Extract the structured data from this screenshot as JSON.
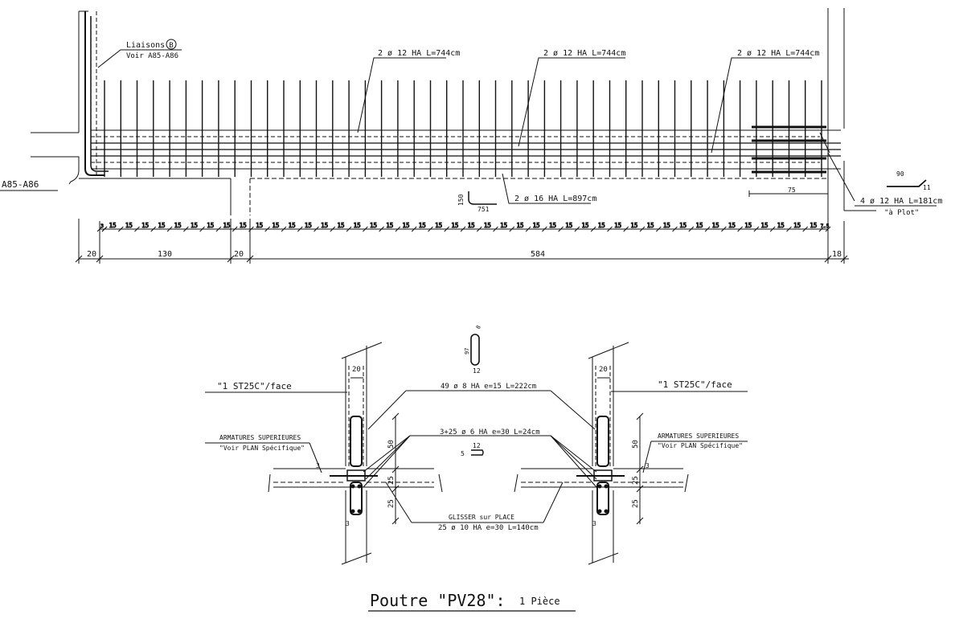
{
  "sheet": {
    "title_main": "Poutre \"PV28\":",
    "title_sub": "1 Pièce"
  },
  "elevation": {
    "liaisons": {
      "label": "Liaisons",
      "badge": "B",
      "ref": "Voir A85-A86"
    },
    "side_ref": "A85-A86",
    "top_bars": [
      {
        "label": "2 ø 12 HA L=744cm"
      },
      {
        "label": "2 ø 12 HA L=744cm"
      },
      {
        "label": "2 ø 12 HA L=744cm"
      }
    ],
    "bottom_bar": {
      "label": "2 ø 16 HA L=897cm",
      "hook_height": "150",
      "hook_length": "751"
    },
    "end_bars": {
      "label": "4 ø 12 HA L=181cm",
      "note": "\"à Plot\"",
      "shape_top": "90",
      "shape_end": "11",
      "length": "75"
    },
    "stirrup_spacing": "15",
    "stirrup_first": "3",
    "stirrup_last": "7.5",
    "stirrup_count": 45,
    "dimensions": [
      "20",
      "130",
      "20",
      "584",
      "18"
    ]
  },
  "section": {
    "left_col_label": "\"1 ST25C\"/face",
    "right_col_label": "\"1 ST25C\"/face",
    "col_width": "20",
    "stirrups": "49 ø 8 HA e=15 L=222cm",
    "pins": "3+25 ø 6 HA e=30 L=24cm",
    "pin_shape_a": "12",
    "pin_shape_b": "5",
    "stirrup_shape_a": "97",
    "stirrup_shape_b": "12",
    "stirrup_shape_c": "8",
    "top_note_title": "ARMATURES SUPERIEURES",
    "top_note_ref": "\"Voir PLAN Spécifique\"",
    "glisser": "GLISSER sur PLACE",
    "bottom_bars": "25 ø 10 HA e=30 L=140cm",
    "dim_50": "50",
    "dim_25": "25",
    "cover": "3"
  }
}
